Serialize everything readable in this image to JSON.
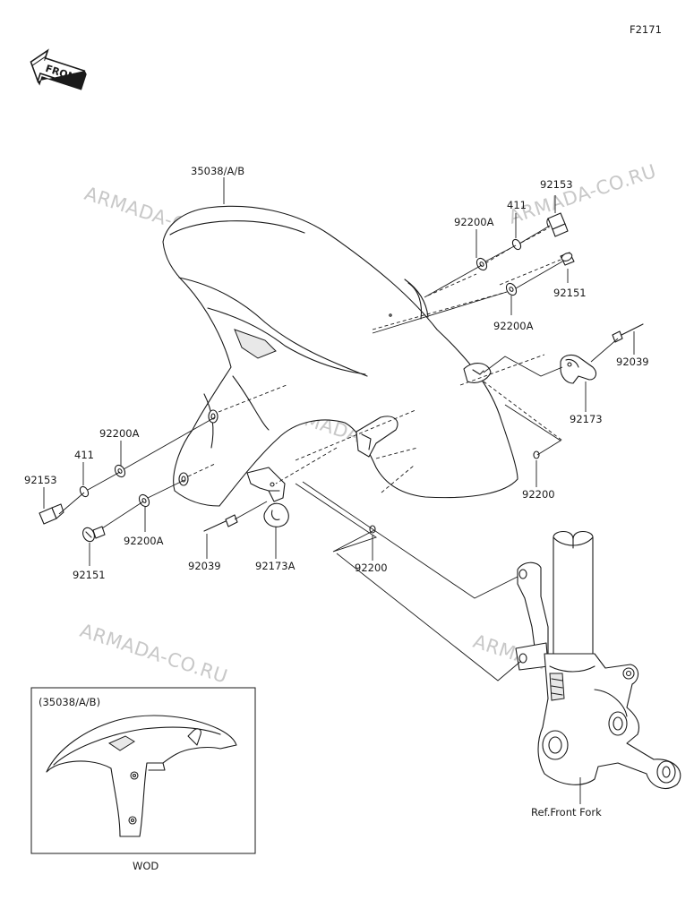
{
  "diagram_code": "F2171",
  "front_badge": "FRONT",
  "watermark": "ARMADA-CO.RU",
  "parts": {
    "fender": "35038/A/B",
    "bolt_92153_right": "92153",
    "bolt_92153_left": "92153",
    "washer_411_right": "411",
    "washer_411_left": "411",
    "washer_92200A_right_upper": "92200A",
    "washer_92200A_right_lower": "92200A",
    "washer_92200A_left_upper": "92200A",
    "washer_92200A_left_lower": "92200A",
    "bolt_92151_right": "92151",
    "bolt_92151_left": "92151",
    "screw_92039_right": "92039",
    "screw_92039_left": "92039",
    "clamp_92173": "92173",
    "clamp_92173A": "92173A",
    "collar_92200_right": "92200",
    "collar_92200_center": "92200"
  },
  "reference_label": "Ref.Front Fork",
  "inset": {
    "title": "(35038/A/B)",
    "caption": "WOD"
  }
}
